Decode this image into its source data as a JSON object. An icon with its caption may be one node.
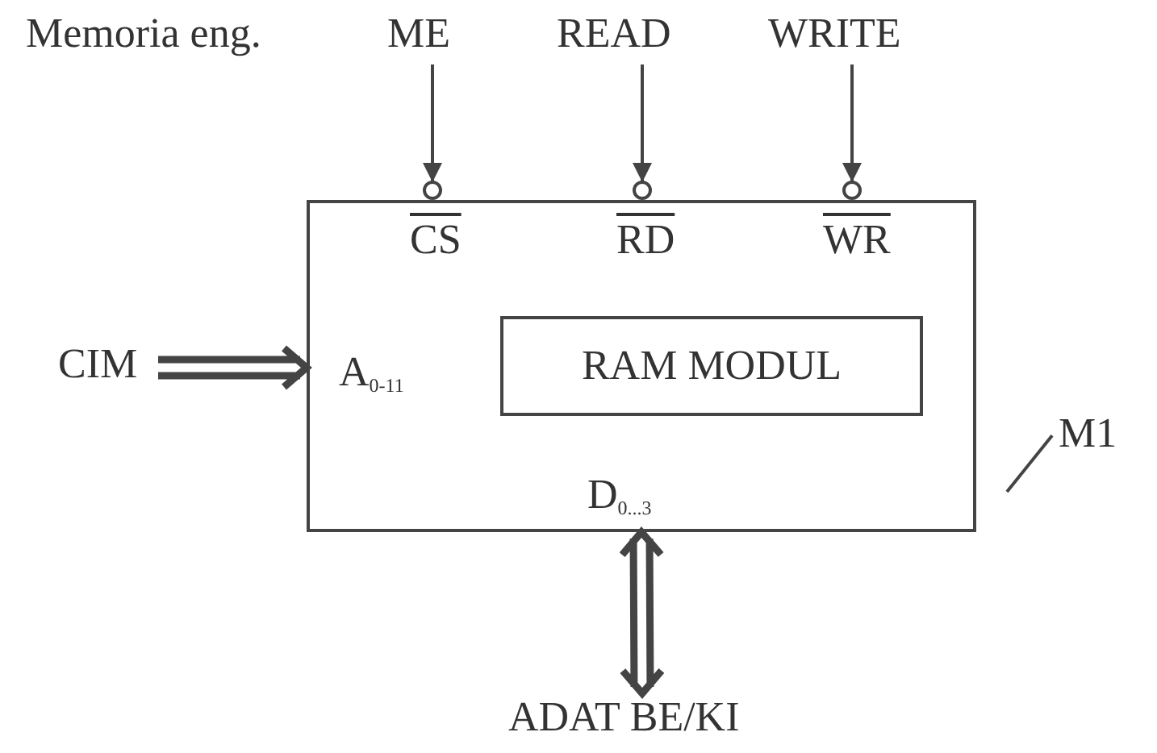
{
  "diagram": {
    "nodes": [
      {
        "text": [
          "CS",
          "RD",
          "WR",
          "A$_{0-11}$",
          "D$_{0...3}$"
        ]
      },
      {
        "text": [
          "RAM MODUL"
        ],
        "in": 0
      },
      {
        "text": [
          "ME"
        ]
      },
      {
        "text": [
          "READ"
        ]
      },
      {
        "text": [
          "WRITE"
        ]
      },
      {
        "text": [
          "CIM"
        ]
      },
      {
        "text": [
          "ADAT BE/KI"
        ]
      },
      {
        "text": [
          "M1"
        ]
      }
    ],
    "edges": [
      {
        "from": 2,
        "to": 0,
        "arrow": "to"
      },
      {
        "from": 3,
        "to": 0,
        "arrow": "to"
      },
      {
        "from": 4,
        "to": 0,
        "arrow": "to"
      },
      {
        "from": 5,
        "to": 0,
        "arrow": "to",
        "style": "thick"
      },
      {
        "from": 6,
        "to": 0,
        "arrow": "both",
        "style": "thick"
      },
      {
        "from": 7,
        "to": 0,
        "arrow": "none"
      }
    ],
    "labels": [
      "Memoria eng."
    ]
  }
}
